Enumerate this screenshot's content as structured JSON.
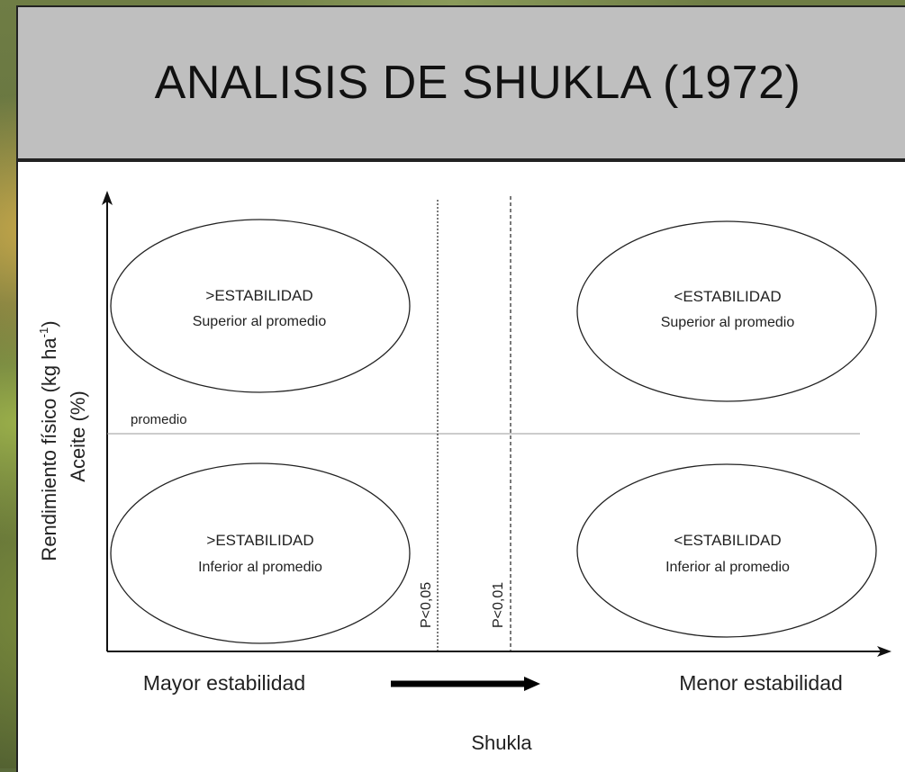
{
  "title": "ANALISIS DE SHUKLA (1972)",
  "y_axis": {
    "line1_main": "Rendimiento físico (kg ha",
    "line1_sup": "-1",
    "line1_end": ")",
    "line2": "Aceite (%)"
  },
  "x_axis": {
    "left_label": "Mayor estabilidad",
    "right_label": "Menor estabilidad",
    "title": "Shukla"
  },
  "mean_line_label": "promedio",
  "thresholds": [
    {
      "label": "P<0,05"
    },
    {
      "label": "P<0,01"
    }
  ],
  "quadrants": {
    "top_left": {
      "line1": ">ESTABILIDAD",
      "line2": "Superior al promedio"
    },
    "top_right": {
      "line1": "<ESTABILIDAD",
      "line2": "Superior al promedio"
    },
    "bottom_left": {
      "line1": ">ESTABILIDAD",
      "line2": "Inferior al promedio"
    },
    "bottom_right": {
      "line1": "<ESTABILIDAD",
      "line2": "Inferior al promedio"
    }
  }
}
